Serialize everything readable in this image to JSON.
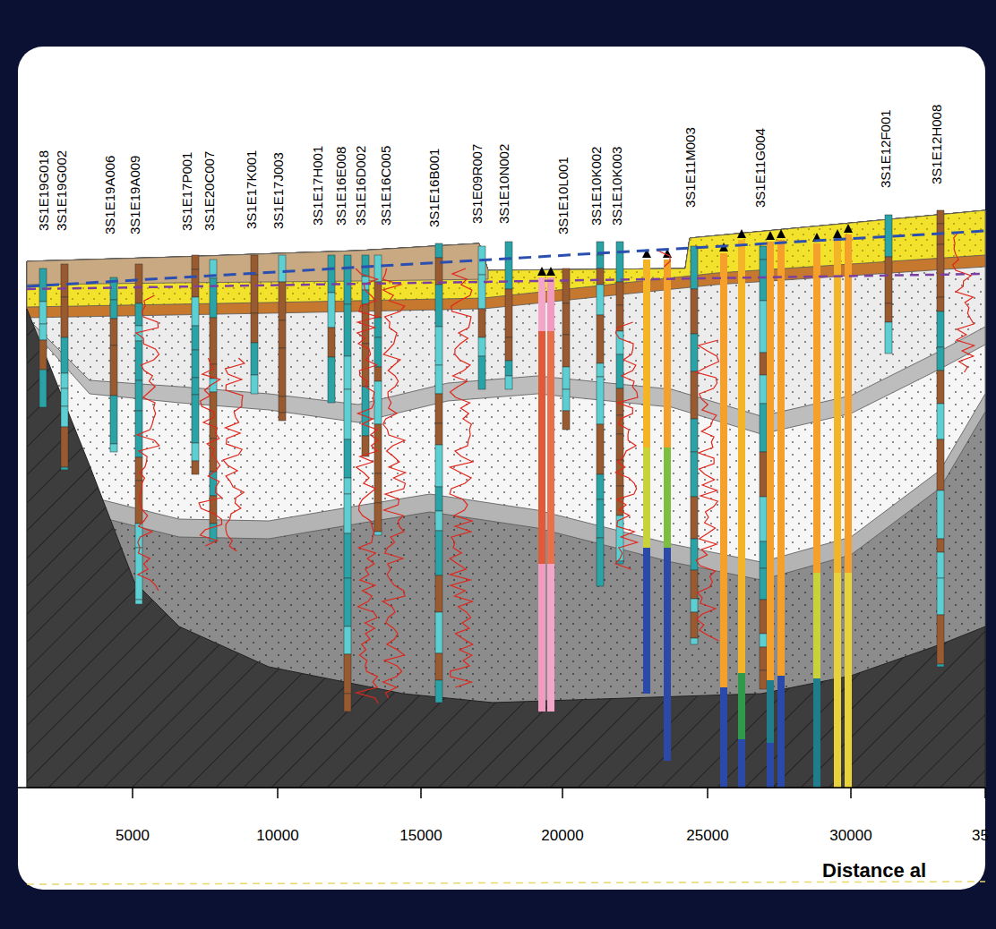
{
  "diagram": {
    "labels": [
      "3S1E19G018",
      "3S1E19G002",
      "3S1E19A006",
      "3S1E19A009",
      "3S1E17P001",
      "3S1E20C007",
      "3S1E17K001",
      "3S1E17J003",
      "3S1E17H001",
      "3S1E16E008",
      "3S1E16D002",
      "3S1E16C005",
      "3S1E16B001",
      "3S1E09R007",
      "3S1E10N002",
      "3S1E10L001",
      "3S1E10K002",
      "3S1E10K003",
      "3S1E11M003",
      "3S1E11G004",
      "3S1E12F001",
      "3S1E12H008",
      "5000",
      "10000",
      "15000",
      "20000",
      "25000",
      "30000",
      "35",
      "Distance al"
    ]
  }
}
